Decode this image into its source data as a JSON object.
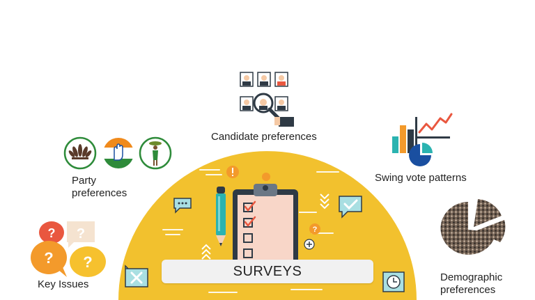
{
  "center": {
    "title": "SURVEYS"
  },
  "labels": {
    "candidate": "Candidate preferences",
    "party_line1": "Party",
    "party_line2": "preferences",
    "swing": "Swing vote patterns",
    "key_issues": "Key Issues",
    "demographic_line1": "Demographic",
    "demographic_line2": "preferences"
  },
  "colors": {
    "dome": "#f2c12e",
    "clipboard_paper": "#f8d6c8",
    "clipboard_frame": "#2f3a45",
    "pen": "#2bb3b0",
    "bubble_teal": "#a9dfe2",
    "bubble_orange": "#f39a2b",
    "bubble_red": "#e9573f",
    "bubble_yellow": "#f6c12e",
    "saffron": "#f08a1c",
    "green": "#2e8b3a"
  },
  "icons": {
    "clipboard": "clipboard-checklist-icon",
    "pen": "pen-icon",
    "chat": "chat-bubble-icon",
    "check": "checkmark-bubble-icon",
    "close": "close-bubble-icon",
    "clock": "clock-icon",
    "question": "question-bubble-icon",
    "warning": "exclamation-icon",
    "plus": "plus-icon",
    "magnifier": "magnifier-icon",
    "bar_chart": "bar-chart-icon",
    "pie_chart": "pie-chart-icon"
  }
}
